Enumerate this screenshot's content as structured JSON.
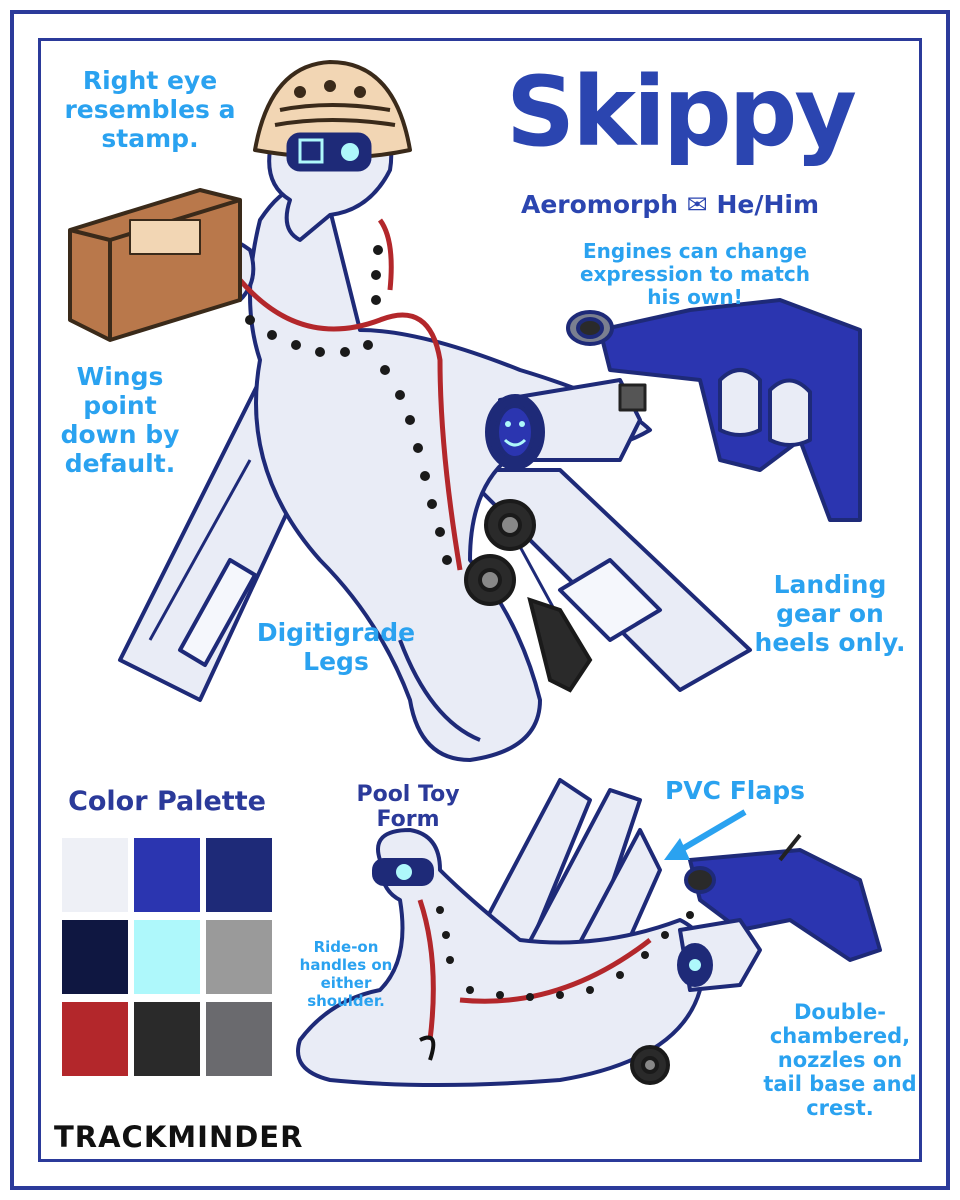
{
  "title": "Skippy",
  "subtitle": {
    "species": "Aeromorph",
    "icon": "envelope-icon",
    "pronouns": "He/Him"
  },
  "notes": {
    "right_eye": "Right eye resembles a stamp.",
    "engines": "Engines can change expression to match his own!",
    "wings": "Wings point down by default.",
    "landing_gear": "Landing gear on heels only.",
    "legs": "Digitigrade Legs",
    "pool_toy": "Pool Toy Form",
    "pvc_flaps": "PVC Flaps",
    "handles": "Ride-on handles on either shoulder.",
    "chambers": "Double-chambered, nozzles on tail base and crest."
  },
  "palette": {
    "title": "Color Palette",
    "colors": [
      "#eef0f6",
      "#2b35b0",
      "#1e2a78",
      "#0f1741",
      "#aef8fb",
      "#9a9a9a",
      "#b3272b",
      "#2a2a2a",
      "#6a6a6e"
    ]
  },
  "signature": "TRACKMINDER",
  "colors": {
    "frame": "#2b3a9a",
    "note_text": "#2aa2f0",
    "title_text": "#2b45b0"
  }
}
